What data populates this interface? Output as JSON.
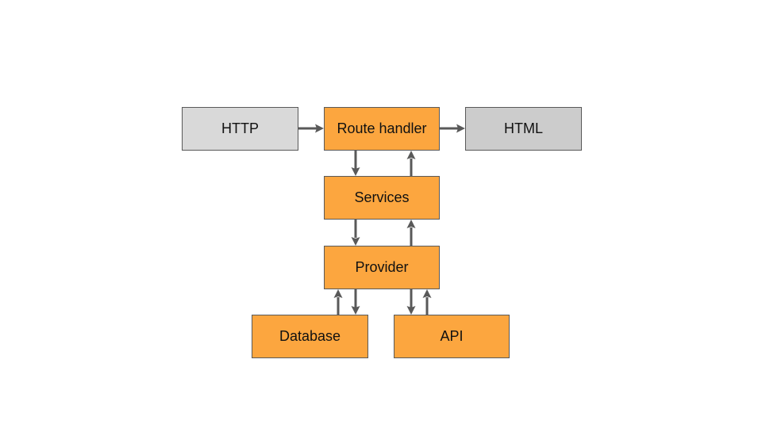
{
  "colors": {
    "component": "#fca63f",
    "input": "#d9d9d9",
    "output": "#cccccc",
    "border": "#595959",
    "arrow": "#595959"
  },
  "nodes": {
    "http": "HTTP",
    "route_handler": "Route handler",
    "html": "HTML",
    "services": "Services",
    "provider": "Provider",
    "database": "Database",
    "api": "API"
  }
}
